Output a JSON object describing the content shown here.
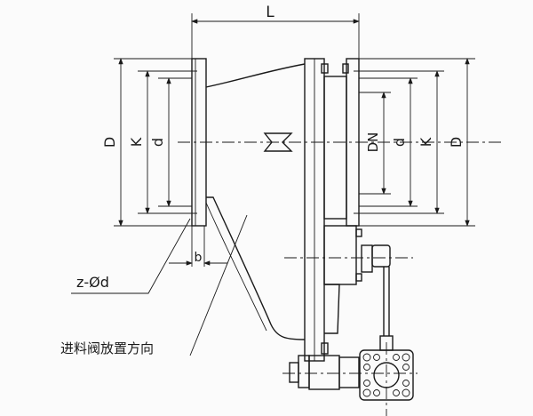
{
  "dimensions": {
    "length": "L",
    "left_outer_diameter": "D",
    "left_bolt_circle": "K",
    "left_inner_diameter": "d",
    "nominal_diameter": "DN",
    "right_inner_diameter": "d",
    "right_bolt_circle": "K",
    "right_outer_diameter": "D",
    "flange_thickness": "b"
  },
  "annotations": {
    "bolt_holes": "z-Ød",
    "feed_valve_direction": "进料阀放置方向"
  }
}
